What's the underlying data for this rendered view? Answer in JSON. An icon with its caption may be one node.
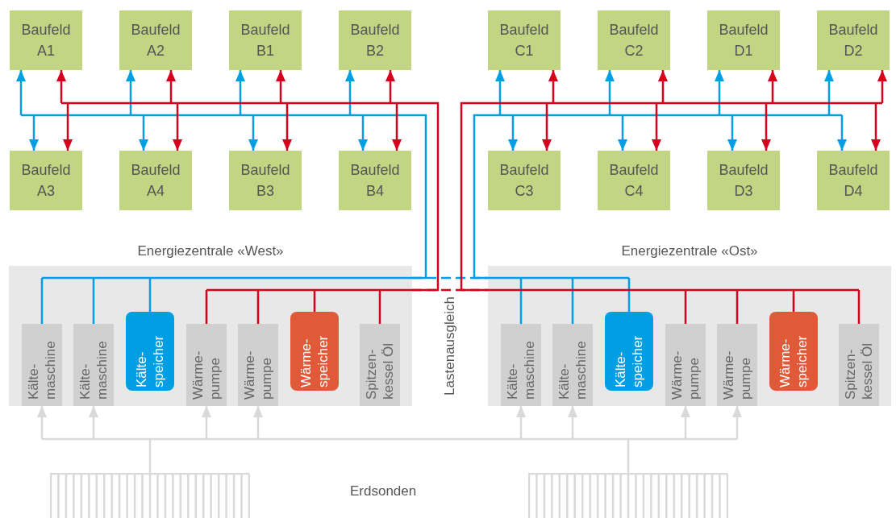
{
  "diagram": {
    "nodes": [
      {
        "text": [
          "Baufeld A1"
        ]
      },
      {
        "text": [
          "Baufeld A2"
        ]
      },
      {
        "text": [
          "Baufeld B1"
        ]
      },
      {
        "text": [
          "Baufeld B2"
        ]
      },
      {
        "text": [
          "Baufeld C1"
        ]
      },
      {
        "text": [
          "Baufeld C2"
        ]
      },
      {
        "text": [
          "Baufeld D1"
        ]
      },
      {
        "text": [
          "Baufeld D2"
        ]
      },
      {
        "text": [
          "Baufeld A3"
        ]
      },
      {
        "text": [
          "Baufeld A4"
        ]
      },
      {
        "text": [
          "Baufeld B3"
        ]
      },
      {
        "text": [
          "Baufeld B4"
        ]
      },
      {
        "text": [
          "Baufeld C3"
        ]
      },
      {
        "text": [
          "Baufeld C4"
        ]
      },
      {
        "text": [
          "Baufeld D3"
        ]
      },
      {
        "text": [
          "Baufeld D4"
        ]
      },
      {
        "text": [
          "Energiezentrale «West»"
        ]
      },
      {
        "text": [
          "Kälte- maschine"
        ],
        "in": 16
      },
      {
        "text": [
          "Kälte- maschine"
        ],
        "in": 16
      },
      {
        "text": [
          "Kälte- speicher"
        ],
        "in": 16
      },
      {
        "text": [
          "Wärme- pumpe"
        ],
        "in": 16
      },
      {
        "text": [
          "Wärme- pumpe"
        ],
        "in": 16
      },
      {
        "text": [
          "Wärme- speicher"
        ],
        "in": 16
      },
      {
        "text": [
          "Spitzen- kessel Öl"
        ],
        "in": 16
      },
      {
        "text": [
          "Energiezentrale «Ost»"
        ]
      },
      {
        "text": [
          "Kälte- maschine"
        ],
        "in": 24
      },
      {
        "text": [
          "Kälte- maschine"
        ],
        "in": 24
      },
      {
        "text": [
          "Kälte- speicher"
        ],
        "in": 24
      },
      {
        "text": [
          "Wärme- pumpe"
        ],
        "in": 24
      },
      {
        "text": [
          "Wärme- pumpe"
        ],
        "in": 24
      },
      {
        "text": [
          "Wärme- speicher"
        ],
        "in": 24
      },
      {
        "text": [
          "Spitzen- kessel Öl"
        ],
        "in": 24
      },
      {
        "text": [],
        "shape": "picture"
      },
      {
        "text": [],
        "shape": "picture"
      }
    ],
    "edges": [
      {
        "from": 17,
        "to": 0,
        "arrow": "to",
        "color": "#009fe3"
      },
      {
        "from": 17,
        "to": 1,
        "arrow": "to",
        "color": "#009fe3"
      },
      {
        "from": 17,
        "to": 2,
        "arrow": "to",
        "color": "#009fe3"
      },
      {
        "from": 17,
        "to": 3,
        "arrow": "to",
        "color": "#009fe3"
      },
      {
        "from": 17,
        "to": 8,
        "arrow": "to",
        "color": "#009fe3"
      },
      {
        "from": 17,
        "to": 9,
        "arrow": "to",
        "color": "#009fe3"
      },
      {
        "from": 17,
        "to": 10,
        "arrow": "to",
        "color": "#009fe3"
      },
      {
        "from": 17,
        "to": 11,
        "arrow": "to",
        "color": "#009fe3"
      },
      {
        "from": 18,
        "to": 0,
        "arrow": "to",
        "color": "#009fe3"
      },
      {
        "from": 18,
        "to": 1,
        "arrow": "to",
        "color": "#009fe3"
      },
      {
        "from": 18,
        "to": 2,
        "arrow": "to",
        "color": "#009fe3"
      },
      {
        "from": 18,
        "to": 3,
        "arrow": "to",
        "color": "#009fe3"
      },
      {
        "from": 18,
        "to": 8,
        "arrow": "to",
        "color": "#009fe3"
      },
      {
        "from": 18,
        "to": 9,
        "arrow": "to",
        "color": "#009fe3"
      },
      {
        "from": 18,
        "to": 10,
        "arrow": "to",
        "color": "#009fe3"
      },
      {
        "from": 18,
        "to": 11,
        "arrow": "to",
        "color": "#009fe3"
      },
      {
        "from": 19,
        "to": 0,
        "arrow": "to",
        "color": "#009fe3"
      },
      {
        "from": 19,
        "to": 1,
        "arrow": "to",
        "color": "#009fe3"
      },
      {
        "from": 19,
        "to": 2,
        "arrow": "to",
        "color": "#009fe3"
      },
      {
        "from": 19,
        "to": 3,
        "arrow": "to",
        "color": "#009fe3"
      },
      {
        "from": 19,
        "to": 8,
        "arrow": "to",
        "color": "#009fe3"
      },
      {
        "from": 19,
        "to": 9,
        "arrow": "to",
        "color": "#009fe3"
      },
      {
        "from": 19,
        "to": 10,
        "arrow": "to",
        "color": "#009fe3"
      },
      {
        "from": 19,
        "to": 11,
        "arrow": "to",
        "color": "#009fe3"
      },
      {
        "from": 20,
        "to": 0,
        "arrow": "to",
        "color": "#d6001c"
      },
      {
        "from": 20,
        "to": 1,
        "arrow": "to",
        "color": "#d6001c"
      },
      {
        "from": 20,
        "to": 2,
        "arrow": "to",
        "color": "#d6001c"
      },
      {
        "from": 20,
        "to": 3,
        "arrow": "to",
        "color": "#d6001c"
      },
      {
        "from": 20,
        "to": 8,
        "arrow": "to",
        "color": "#d6001c"
      },
      {
        "from": 20,
        "to": 9,
        "arrow": "to",
        "color": "#d6001c"
      },
      {
        "from": 20,
        "to": 10,
        "arrow": "to",
        "color": "#d6001c"
      },
      {
        "from": 20,
        "to": 11,
        "arrow": "to",
        "color": "#d6001c"
      },
      {
        "from": 21,
        "to": 0,
        "arrow": "to",
        "color": "#d6001c"
      },
      {
        "from": 21,
        "to": 1,
        "arrow": "to",
        "color": "#d6001c"
      },
      {
        "from": 21,
        "to": 2,
        "arrow": "to",
        "color": "#d6001c"
      },
      {
        "from": 21,
        "to": 3,
        "arrow": "to",
        "color": "#d6001c"
      },
      {
        "from": 21,
        "to": 8,
        "arrow": "to",
        "color": "#d6001c"
      },
      {
        "from": 21,
        "to": 9,
        "arrow": "to",
        "color": "#d6001c"
      },
      {
        "from": 21,
        "to": 10,
        "arrow": "to",
        "color": "#d6001c"
      },
      {
        "from": 21,
        "to": 11,
        "arrow": "to",
        "color": "#d6001c"
      },
      {
        "from": 22,
        "to": 0,
        "arrow": "to",
        "color": "#d6001c"
      },
      {
        "from": 22,
        "to": 1,
        "arrow": "to",
        "color": "#d6001c"
      },
      {
        "from": 22,
        "to": 2,
        "arrow": "to",
        "color": "#d6001c"
      },
      {
        "from": 22,
        "to": 3,
        "arrow": "to",
        "color": "#d6001c"
      },
      {
        "from": 22,
        "to": 8,
        "arrow": "to",
        "color": "#d6001c"
      },
      {
        "from": 22,
        "to": 9,
        "arrow": "to",
        "color": "#d6001c"
      },
      {
        "from": 22,
        "to": 10,
        "arrow": "to",
        "color": "#d6001c"
      },
      {
        "from": 22,
        "to": 11,
        "arrow": "to",
        "color": "#d6001c"
      },
      {
        "from": 23,
        "to": 0,
        "arrow": "to",
        "color": "#d6001c"
      },
      {
        "from": 23,
        "to": 1,
        "arrow": "to",
        "color": "#d6001c"
      },
      {
        "from": 23,
        "to": 2,
        "arrow": "to",
        "color": "#d6001c"
      },
      {
        "from": 23,
        "to": 3,
        "arrow": "to",
        "color": "#d6001c"
      },
      {
        "from": 23,
        "to": 8,
        "arrow": "to",
        "color": "#d6001c"
      },
      {
        "from": 23,
        "to": 9,
        "arrow": "to",
        "color": "#d6001c"
      },
      {
        "from": 23,
        "to": 10,
        "arrow": "to",
        "color": "#d6001c"
      },
      {
        "from": 23,
        "to": 11,
        "arrow": "to",
        "color": "#d6001c"
      },
      {
        "from": 25,
        "to": 4,
        "arrow": "to",
        "color": "#009fe3"
      },
      {
        "from": 25,
        "to": 5,
        "arrow": "to",
        "color": "#009fe3"
      },
      {
        "from": 25,
        "to": 6,
        "arrow": "to",
        "color": "#009fe3"
      },
      {
        "from": 25,
        "to": 7,
        "arrow": "to",
        "color": "#009fe3"
      },
      {
        "from": 25,
        "to": 12,
        "arrow": "to",
        "color": "#009fe3"
      },
      {
        "from": 25,
        "to": 13,
        "arrow": "to",
        "color": "#009fe3"
      },
      {
        "from": 25,
        "to": 14,
        "arrow": "to",
        "color": "#009fe3"
      },
      {
        "from": 25,
        "to": 15,
        "arrow": "to",
        "color": "#009fe3"
      },
      {
        "from": 26,
        "to": 4,
        "arrow": "to",
        "color": "#009fe3"
      },
      {
        "from": 26,
        "to": 5,
        "arrow": "to",
        "color": "#009fe3"
      },
      {
        "from": 26,
        "to": 6,
        "arrow": "to",
        "color": "#009fe3"
      },
      {
        "from": 26,
        "to": 7,
        "arrow": "to",
        "color": "#009fe3"
      },
      {
        "from": 26,
        "to": 12,
        "arrow": "to",
        "color": "#009fe3"
      },
      {
        "from": 26,
        "to": 13,
        "arrow": "to",
        "color": "#009fe3"
      },
      {
        "from": 26,
        "to": 14,
        "arrow": "to",
        "color": "#009fe3"
      },
      {
        "from": 26,
        "to": 15,
        "arrow": "to",
        "color": "#009fe3"
      },
      {
        "from": 27,
        "to": 4,
        "arrow": "to",
        "color": "#009fe3"
      },
      {
        "from": 27,
        "to": 5,
        "arrow": "to",
        "color": "#009fe3"
      },
      {
        "from": 27,
        "to": 6,
        "arrow": "to",
        "color": "#009fe3"
      },
      {
        "from": 27,
        "to": 7,
        "arrow": "to",
        "color": "#009fe3"
      },
      {
        "from": 27,
        "to": 12,
        "arrow": "to",
        "color": "#009fe3"
      },
      {
        "from": 27,
        "to": 13,
        "arrow": "to",
        "color": "#009fe3"
      },
      {
        "from": 27,
        "to": 14,
        "arrow": "to",
        "color": "#009fe3"
      },
      {
        "from": 27,
        "to": 15,
        "arrow": "to",
        "color": "#009fe3"
      },
      {
        "from": 28,
        "to": 4,
        "arrow": "to",
        "color": "#d6001c"
      },
      {
        "from": 28,
        "to": 5,
        "arrow": "to",
        "color": "#d6001c"
      },
      {
        "from": 28,
        "to": 6,
        "arrow": "to",
        "color": "#d6001c"
      },
      {
        "from": 28,
        "to": 7,
        "arrow": "to",
        "color": "#d6001c"
      },
      {
        "from": 28,
        "to": 12,
        "arrow": "to",
        "color": "#d6001c"
      },
      {
        "from": 28,
        "to": 13,
        "arrow": "to",
        "color": "#d6001c"
      },
      {
        "from": 28,
        "to": 14,
        "arrow": "to",
        "color": "#d6001c"
      },
      {
        "from": 28,
        "to": 15,
        "arrow": "to",
        "color": "#d6001c"
      },
      {
        "from": 29,
        "to": 4,
        "arrow": "to",
        "color": "#d6001c"
      },
      {
        "from": 29,
        "to": 5,
        "arrow": "to",
        "color": "#d6001c"
      },
      {
        "from": 29,
        "to": 6,
        "arrow": "to",
        "color": "#d6001c"
      },
      {
        "from": 29,
        "to": 7,
        "arrow": "to",
        "color": "#d6001c"
      },
      {
        "from": 29,
        "to": 12,
        "arrow": "to",
        "color": "#d6001c"
      },
      {
        "from": 29,
        "to": 13,
        "arrow": "to",
        "color": "#d6001c"
      },
      {
        "from": 29,
        "to": 14,
        "arrow": "to",
        "color": "#d6001c"
      },
      {
        "from": 29,
        "to": 15,
        "arrow": "to",
        "color": "#d6001c"
      },
      {
        "from": 30,
        "to": 4,
        "arrow": "to",
        "color": "#d6001c"
      },
      {
        "from": 30,
        "to": 5,
        "arrow": "to",
        "color": "#d6001c"
      },
      {
        "from": 30,
        "to": 6,
        "arrow": "to",
        "color": "#d6001c"
      },
      {
        "from": 30,
        "to": 7,
        "arrow": "to",
        "color": "#d6001c"
      },
      {
        "from": 30,
        "to": 12,
        "arrow": "to",
        "color": "#d6001c"
      },
      {
        "from": 30,
        "to": 13,
        "arrow": "to",
        "color": "#d6001c"
      },
      {
        "from": 30,
        "to": 14,
        "arrow": "to",
        "color": "#d6001c"
      },
      {
        "from": 30,
        "to": 15,
        "arrow": "to",
        "color": "#d6001c"
      },
      {
        "from": 31,
        "to": 4,
        "arrow": "to",
        "color": "#d6001c"
      },
      {
        "from": 31,
        "to": 5,
        "arrow": "to",
        "color": "#d6001c"
      },
      {
        "from": 31,
        "to": 6,
        "arrow": "to",
        "color": "#d6001c"
      },
      {
        "from": 31,
        "to": 7,
        "arrow": "to",
        "color": "#d6001c"
      },
      {
        "from": 31,
        "to": 12,
        "arrow": "to",
        "color": "#d6001c"
      },
      {
        "from": 31,
        "to": 13,
        "arrow": "to",
        "color": "#d6001c"
      },
      {
        "from": 31,
        "to": 14,
        "arrow": "to",
        "color": "#d6001c"
      },
      {
        "from": 31,
        "to": 15,
        "arrow": "to",
        "color": "#d6001c"
      },
      {
        "from": 16,
        "to": 24,
        "arrow": "none",
        "style": "dashed",
        "color": "#009fe3"
      },
      {
        "from": 16,
        "to": 24,
        "arrow": "none",
        "style": "dashed",
        "color": "#d6001c"
      },
      {
        "from": 32,
        "to": 17,
        "arrow": "to",
        "color": "#d9d9d9"
      },
      {
        "from": 32,
        "to": 18,
        "arrow": "to",
        "color": "#d9d9d9"
      },
      {
        "from": 32,
        "to": 20,
        "arrow": "to",
        "color": "#d9d9d9"
      },
      {
        "from": 32,
        "to": 21,
        "arrow": "to",
        "color": "#d9d9d9"
      },
      {
        "from": 32,
        "to": 25,
        "arrow": "to",
        "color": "#d9d9d9"
      },
      {
        "from": 32,
        "to": 26,
        "arrow": "to",
        "color": "#d9d9d9"
      },
      {
        "from": 32,
        "to": 28,
        "arrow": "to",
        "color": "#d9d9d9"
      },
      {
        "from": 32,
        "to": 29,
        "arrow": "to",
        "color": "#d9d9d9"
      },
      {
        "from": 33,
        "to": 17,
        "arrow": "to",
        "color": "#d9d9d9"
      },
      {
        "from": 33,
        "to": 18,
        "arrow": "to",
        "color": "#d9d9d9"
      },
      {
        "from": 33,
        "to": 20,
        "arrow": "to",
        "color": "#d9d9d9"
      },
      {
        "from": 33,
        "to": 21,
        "arrow": "to",
        "color": "#d9d9d9"
      },
      {
        "from": 33,
        "to": 25,
        "arrow": "to",
        "color": "#d9d9d9"
      },
      {
        "from": 33,
        "to": 26,
        "arrow": "to",
        "color": "#d9d9d9"
      },
      {
        "from": 33,
        "to": 28,
        "arrow": "to",
        "color": "#d9d9d9"
      },
      {
        "from": 33,
        "to": 29,
        "arrow": "to",
        "color": "#d9d9d9"
      }
    ],
    "labels": [
      "Lastenausgleich",
      "Erdsonden"
    ]
  }
}
